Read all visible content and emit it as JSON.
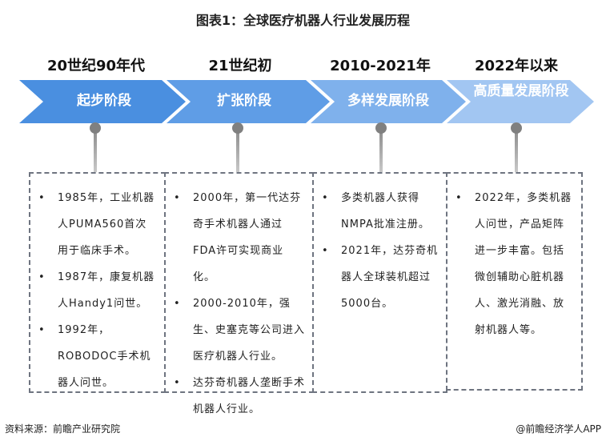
{
  "title": "图表1：全球医疗机器人行业发展历程",
  "stages": [
    {
      "era": "20世纪90年代",
      "label": "起步阶段",
      "color": "#4a8fe0",
      "items": [
        "1985年，工业机器人PUMA560首次用于临床手术。",
        "1987年，康复机器人Handy1问世。",
        "1992年，ROBODOC手术机器人问世。"
      ]
    },
    {
      "era": "21世纪初",
      "label": "扩张阶段",
      "color": "#5f9de6",
      "items": [
        "2000年，第一代达芬奇手术机器人通过FDA许可实现商业化。",
        "2000-2010年，强生、史塞克等公司进入医疗机器人行业。",
        "达芬奇机器人垄断手术机器人行业。"
      ]
    },
    {
      "era": "2010-2021年",
      "label": "多样发展阶段",
      "color": "#7fb1ec",
      "items": [
        "多类机器人获得NMPA批准注册。",
        "2021年，达芬奇机器人全球装机超过5000台。"
      ]
    },
    {
      "era": "2022年以来",
      "label": "高质量发展阶段",
      "color": "#a2c6f2",
      "items": [
        "2022年，多类机器人问世，产品矩阵进一步丰富。包括微创辅助心脏机器人、激光消融、放射机器人等。"
      ]
    }
  ],
  "footer": {
    "source": "资料来源：前瞻产业研究院",
    "credit": "@前瞻经济学人APP"
  }
}
